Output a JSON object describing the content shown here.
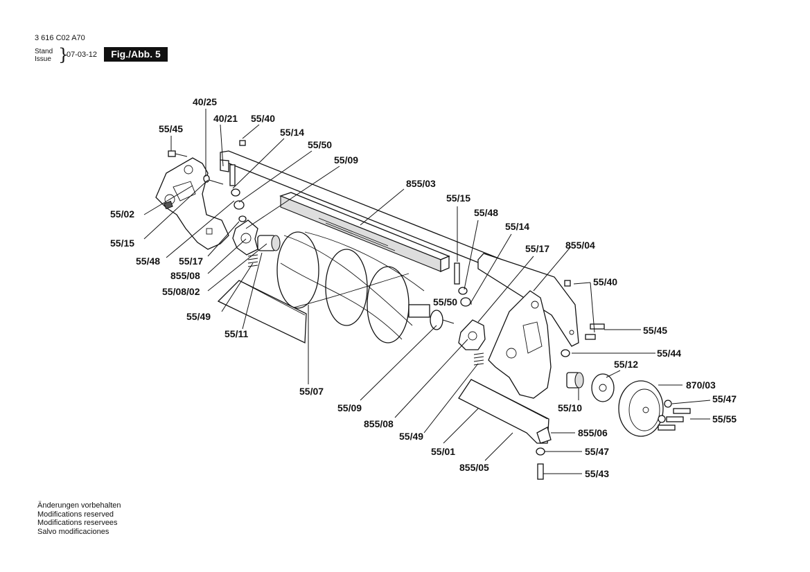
{
  "header": {
    "doc_code": "3 616 C02 A70",
    "stand_label": "Stand",
    "issue_label": "Issue",
    "brace": "}",
    "date": "07-03-12",
    "figure_label": "Fig./Abb. 5"
  },
  "notes": [
    "Änderungen vorbehalten",
    "Modifications reserved",
    "Modifications reservees",
    "Salvo modificaciones"
  ],
  "labels": {
    "l_40_25": "40/25",
    "l_40_21": "40/21",
    "l_55_40_top": "55/40",
    "l_55_45_left": "55/45",
    "l_55_14_top": "55/14",
    "l_55_50_top": "55/50",
    "l_55_09_top": "55/09",
    "l_855_03": "855/03",
    "l_55_02": "55/02",
    "l_55_15_left": "55/15",
    "l_55_48_left": "55/48",
    "l_55_17_left": "55/17",
    "l_855_08_left": "855/08",
    "l_55_08_02": "55/08/02",
    "l_55_49_left": "55/49",
    "l_55_11": "55/11",
    "l_55_07": "55/07",
    "l_55_09_bottom": "55/09",
    "l_855_08_bottom": "855/08",
    "l_55_49_bottom": "55/49",
    "l_55_15_right": "55/15",
    "l_55_48_right": "55/48",
    "l_55_14_right": "55/14",
    "l_55_17_right": "55/17",
    "l_855_04": "855/04",
    "l_55_50_right": "55/50",
    "l_55_40_right": "55/40",
    "l_55_45_right": "55/45",
    "l_55_44": "55/44",
    "l_55_12": "55/12",
    "l_870_03": "870/03",
    "l_55_10": "55/10",
    "l_55_47_right": "55/47",
    "l_55_55": "55/55",
    "l_855_06": "855/06",
    "l_55_47_bottom": "55/47",
    "l_55_01": "55/01",
    "l_855_05": "855/05",
    "l_55_43": "55/43"
  }
}
